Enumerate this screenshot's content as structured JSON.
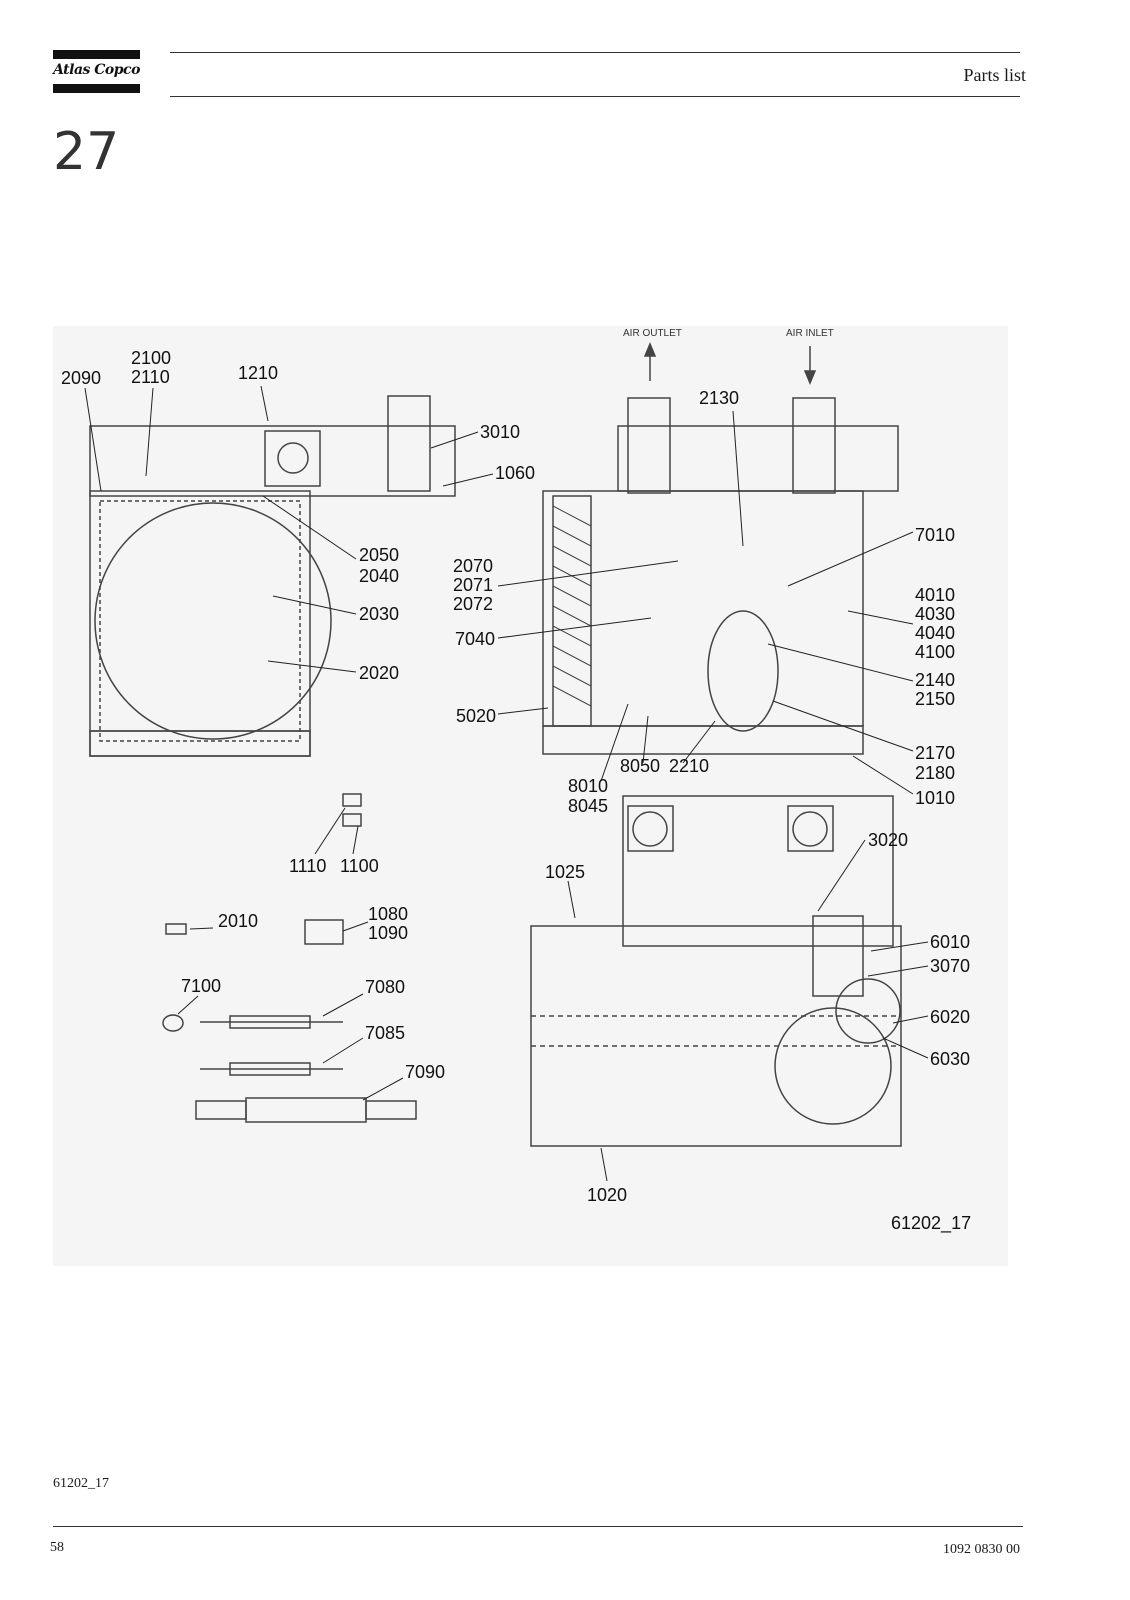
{
  "header": {
    "logo_text": "Atlas Copco",
    "section_title": "Parts list"
  },
  "chapter_number": "27",
  "figure": {
    "labels": {
      "air_outlet": "AIR OUTLET",
      "air_inlet": "AIR INLET"
    },
    "callouts": [
      "2090",
      "2100",
      "2110",
      "1210",
      "3010",
      "1060",
      "2050",
      "2040",
      "2030",
      "2020",
      "2130",
      "7010",
      "2070",
      "2071",
      "2072",
      "4010",
      "4030",
      "4040",
      "4100",
      "7040",
      "2140",
      "2150",
      "5020",
      "2170",
      "2180",
      "8050",
      "2210",
      "8010",
      "8045",
      "1010",
      "1110",
      "1100",
      "3020",
      "1025",
      "2010",
      "1080",
      "1090",
      "6010",
      "3070",
      "7100",
      "7080",
      "6020",
      "7085",
      "6030",
      "7090",
      "1020"
    ],
    "reference": "61202_17"
  },
  "footer": {
    "figure_ref": "61202_17",
    "page_number": "58",
    "doc_number": "1092 0830 00"
  }
}
